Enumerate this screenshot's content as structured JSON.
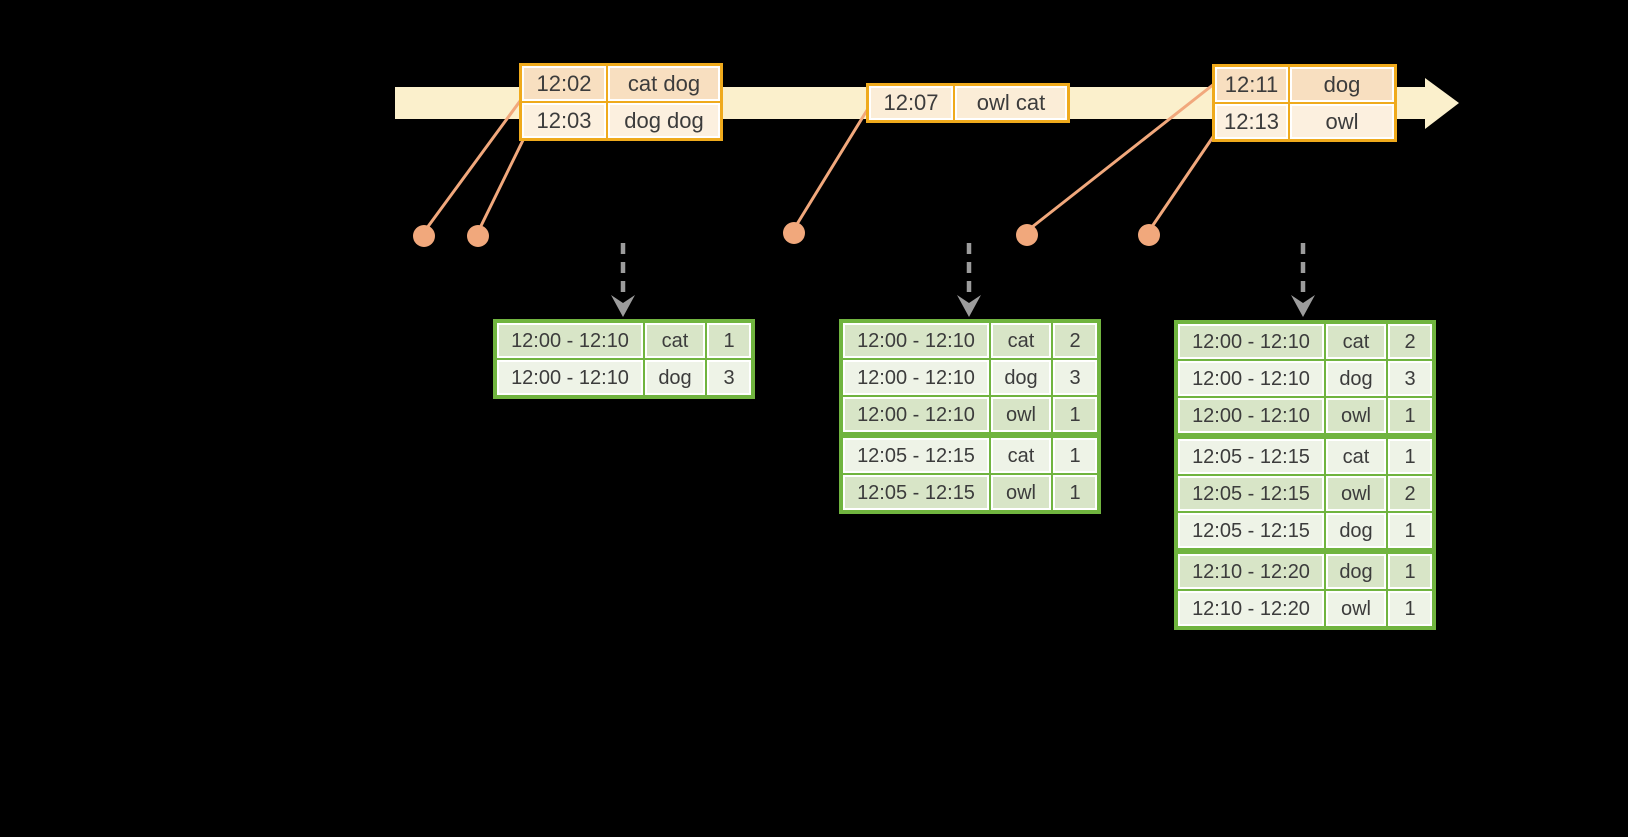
{
  "colors": {
    "background": "#000000",
    "timeline_fill": "#FBF0CC",
    "event_border": "#EFAA1C",
    "event_row_dark": "#F8DFC0",
    "event_row_light": "#FCF0DF",
    "leader_line": "#F1A87C",
    "trigger_arrow_gray": "#9C9C9C",
    "result_border": "#70B43F",
    "result_row_dark": "#D8E5C7",
    "result_row_light": "#EEF3E7",
    "text": "#3C3C3C"
  },
  "event_boxes": [
    {
      "rows": [
        {
          "time": "12:02",
          "words": "cat dog"
        },
        {
          "time": "12:03",
          "words": "dog dog"
        }
      ]
    },
    {
      "rows": [
        {
          "time": "12:07",
          "words": "owl cat"
        }
      ]
    },
    {
      "rows": [
        {
          "time": "12:11",
          "words": "dog"
        },
        {
          "time": "12:13",
          "words": "owl"
        }
      ]
    }
  ],
  "result_tables": [
    {
      "rows": [
        {
          "window": "12:00 - 12:10",
          "word": "cat",
          "count": "1"
        },
        {
          "window": "12:00 - 12:10",
          "word": "dog",
          "count": "3"
        }
      ]
    },
    {
      "rows": [
        {
          "window": "12:00 - 12:10",
          "word": "cat",
          "count": "2"
        },
        {
          "window": "12:00 - 12:10",
          "word": "dog",
          "count": "3"
        },
        {
          "window": "12:00 - 12:10",
          "word": "owl",
          "count": "1"
        },
        {
          "window": "12:05 - 12:15",
          "word": "cat",
          "count": "1"
        },
        {
          "window": "12:05 - 12:15",
          "word": "owl",
          "count": "1"
        }
      ]
    },
    {
      "rows": [
        {
          "window": "12:00 - 12:10",
          "word": "cat",
          "count": "2"
        },
        {
          "window": "12:00 - 12:10",
          "word": "dog",
          "count": "3"
        },
        {
          "window": "12:00 - 12:10",
          "word": "owl",
          "count": "1"
        },
        {
          "window": "12:05 - 12:15",
          "word": "cat",
          "count": "1"
        },
        {
          "window": "12:05 - 12:15",
          "word": "owl",
          "count": "2"
        },
        {
          "window": "12:05 - 12:15",
          "word": "dog",
          "count": "1"
        },
        {
          "window": "12:10 - 12:20",
          "word": "dog",
          "count": "1"
        },
        {
          "window": "12:10 - 12:20",
          "word": "owl",
          "count": "1"
        }
      ]
    }
  ]
}
